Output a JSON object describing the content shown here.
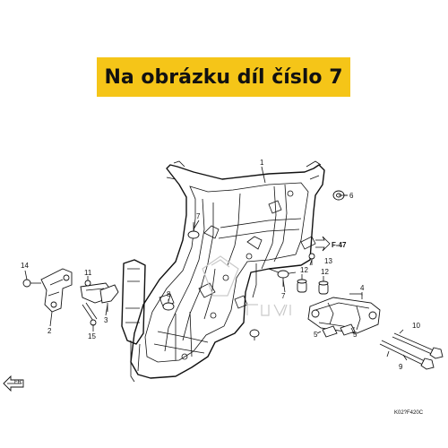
{
  "banner": {
    "text": "Na obrázku díl číslo 7",
    "color": "#f5c518"
  },
  "callouts": [
    {
      "id": "c1",
      "text": "1"
    },
    {
      "id": "c2",
      "text": "2"
    },
    {
      "id": "c3",
      "text": "3"
    },
    {
      "id": "c4",
      "text": "4"
    },
    {
      "id": "c5a",
      "text": "5"
    },
    {
      "id": "c5b",
      "text": "5"
    },
    {
      "id": "c6",
      "text": "6"
    },
    {
      "id": "c7a",
      "text": "7"
    },
    {
      "id": "c7b",
      "text": "7"
    },
    {
      "id": "c8",
      "text": "8"
    },
    {
      "id": "c9",
      "text": "9"
    },
    {
      "id": "c10",
      "text": "10"
    },
    {
      "id": "c11",
      "text": "11"
    },
    {
      "id": "c12a",
      "text": "12"
    },
    {
      "id": "c12b",
      "text": "12"
    },
    {
      "id": "c13",
      "text": "13"
    },
    {
      "id": "c14",
      "text": "14"
    },
    {
      "id": "c15",
      "text": "15"
    }
  ],
  "reference": "F-47",
  "direction": "FR.",
  "diagram_code": "K02?F420C"
}
